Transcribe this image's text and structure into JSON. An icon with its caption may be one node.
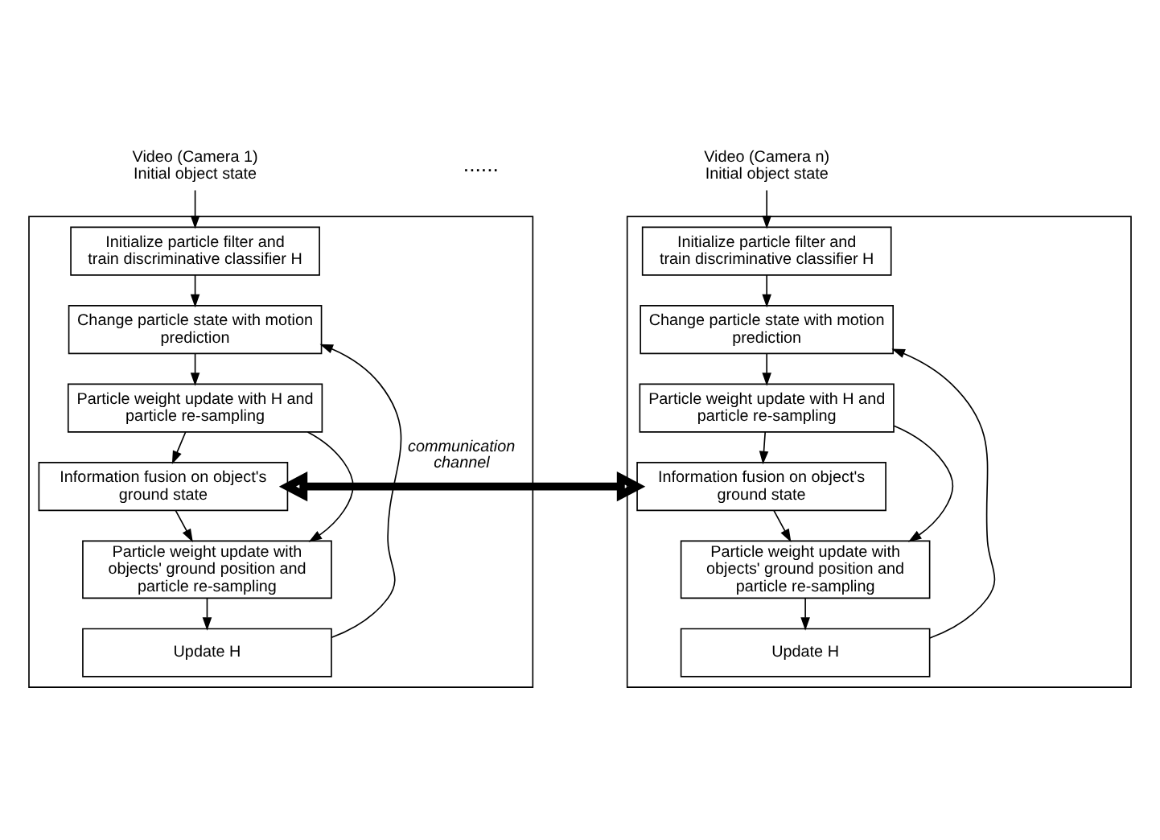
{
  "diagram": {
    "nodes": [
      {
        "text": [
          "Video (Camera 1)",
          "Initial object state"
        ]
      },
      {
        "text": [],
        "shape": "box"
      },
      {
        "text": [
          "Initialize particle filter and train discriminative classifier H"
        ],
        "in": 1
      },
      {
        "text": [
          "Change particle state with motion prediction"
        ],
        "in": 1
      },
      {
        "text": [
          "Particle weight update with H and particle re-sampling"
        ],
        "in": 1
      },
      {
        "text": [
          "Information fusion on object's ground state"
        ],
        "in": 1
      },
      {
        "text": [
          "Particle weight update with objects' ground position and particle re-sampling"
        ],
        "in": 1
      },
      {
        "text": [
          "Update H"
        ],
        "in": 1
      },
      {
        "text": [
          "Video (Camera n)",
          "Initial object state"
        ]
      },
      {
        "text": [],
        "shape": "box"
      },
      {
        "text": [
          "Initialize particle filter and train discriminative classifier H"
        ],
        "in": 9
      },
      {
        "text": [
          "Change particle state with motion prediction"
        ],
        "in": 9
      },
      {
        "text": [
          "Particle weight update with H and particle re-sampling"
        ],
        "in": 9
      },
      {
        "text": [
          "Information fusion on object's ground state"
        ],
        "in": 9
      },
      {
        "text": [
          "Particle weight update with objects' ground position and particle re-sampling"
        ],
        "in": 9
      },
      {
        "text": [
          "Update H"
        ],
        "in": 9
      }
    ],
    "edges": [
      {
        "from": 0,
        "to": 2,
        "arrow": "to"
      },
      {
        "from": 2,
        "to": 3,
        "arrow": "to"
      },
      {
        "from": 3,
        "to": 4,
        "arrow": "to"
      },
      {
        "from": 4,
        "to": 5,
        "arrow": "to"
      },
      {
        "from": 4,
        "to": 6,
        "arrow": "to"
      },
      {
        "from": 5,
        "to": 6,
        "arrow": "to"
      },
      {
        "from": 6,
        "to": 7,
        "arrow": "to"
      },
      {
        "from": 7,
        "to": 3,
        "arrow": "to"
      },
      {
        "from": 8,
        "to": 10,
        "arrow": "to"
      },
      {
        "from": 10,
        "to": 11,
        "arrow": "to"
      },
      {
        "from": 11,
        "to": 12,
        "arrow": "to"
      },
      {
        "from": 12,
        "to": 13,
        "arrow": "to"
      },
      {
        "from": 12,
        "to": 14,
        "arrow": "to"
      },
      {
        "from": 13,
        "to": 14,
        "arrow": "to"
      },
      {
        "from": 14,
        "to": 15,
        "arrow": "to"
      },
      {
        "from": 15,
        "to": 11,
        "arrow": "to"
      },
      {
        "from": 5,
        "to": 13,
        "arrow": "both",
        "label": "communication channel",
        "style": "thick"
      }
    ],
    "labels": [
      "......"
    ]
  }
}
